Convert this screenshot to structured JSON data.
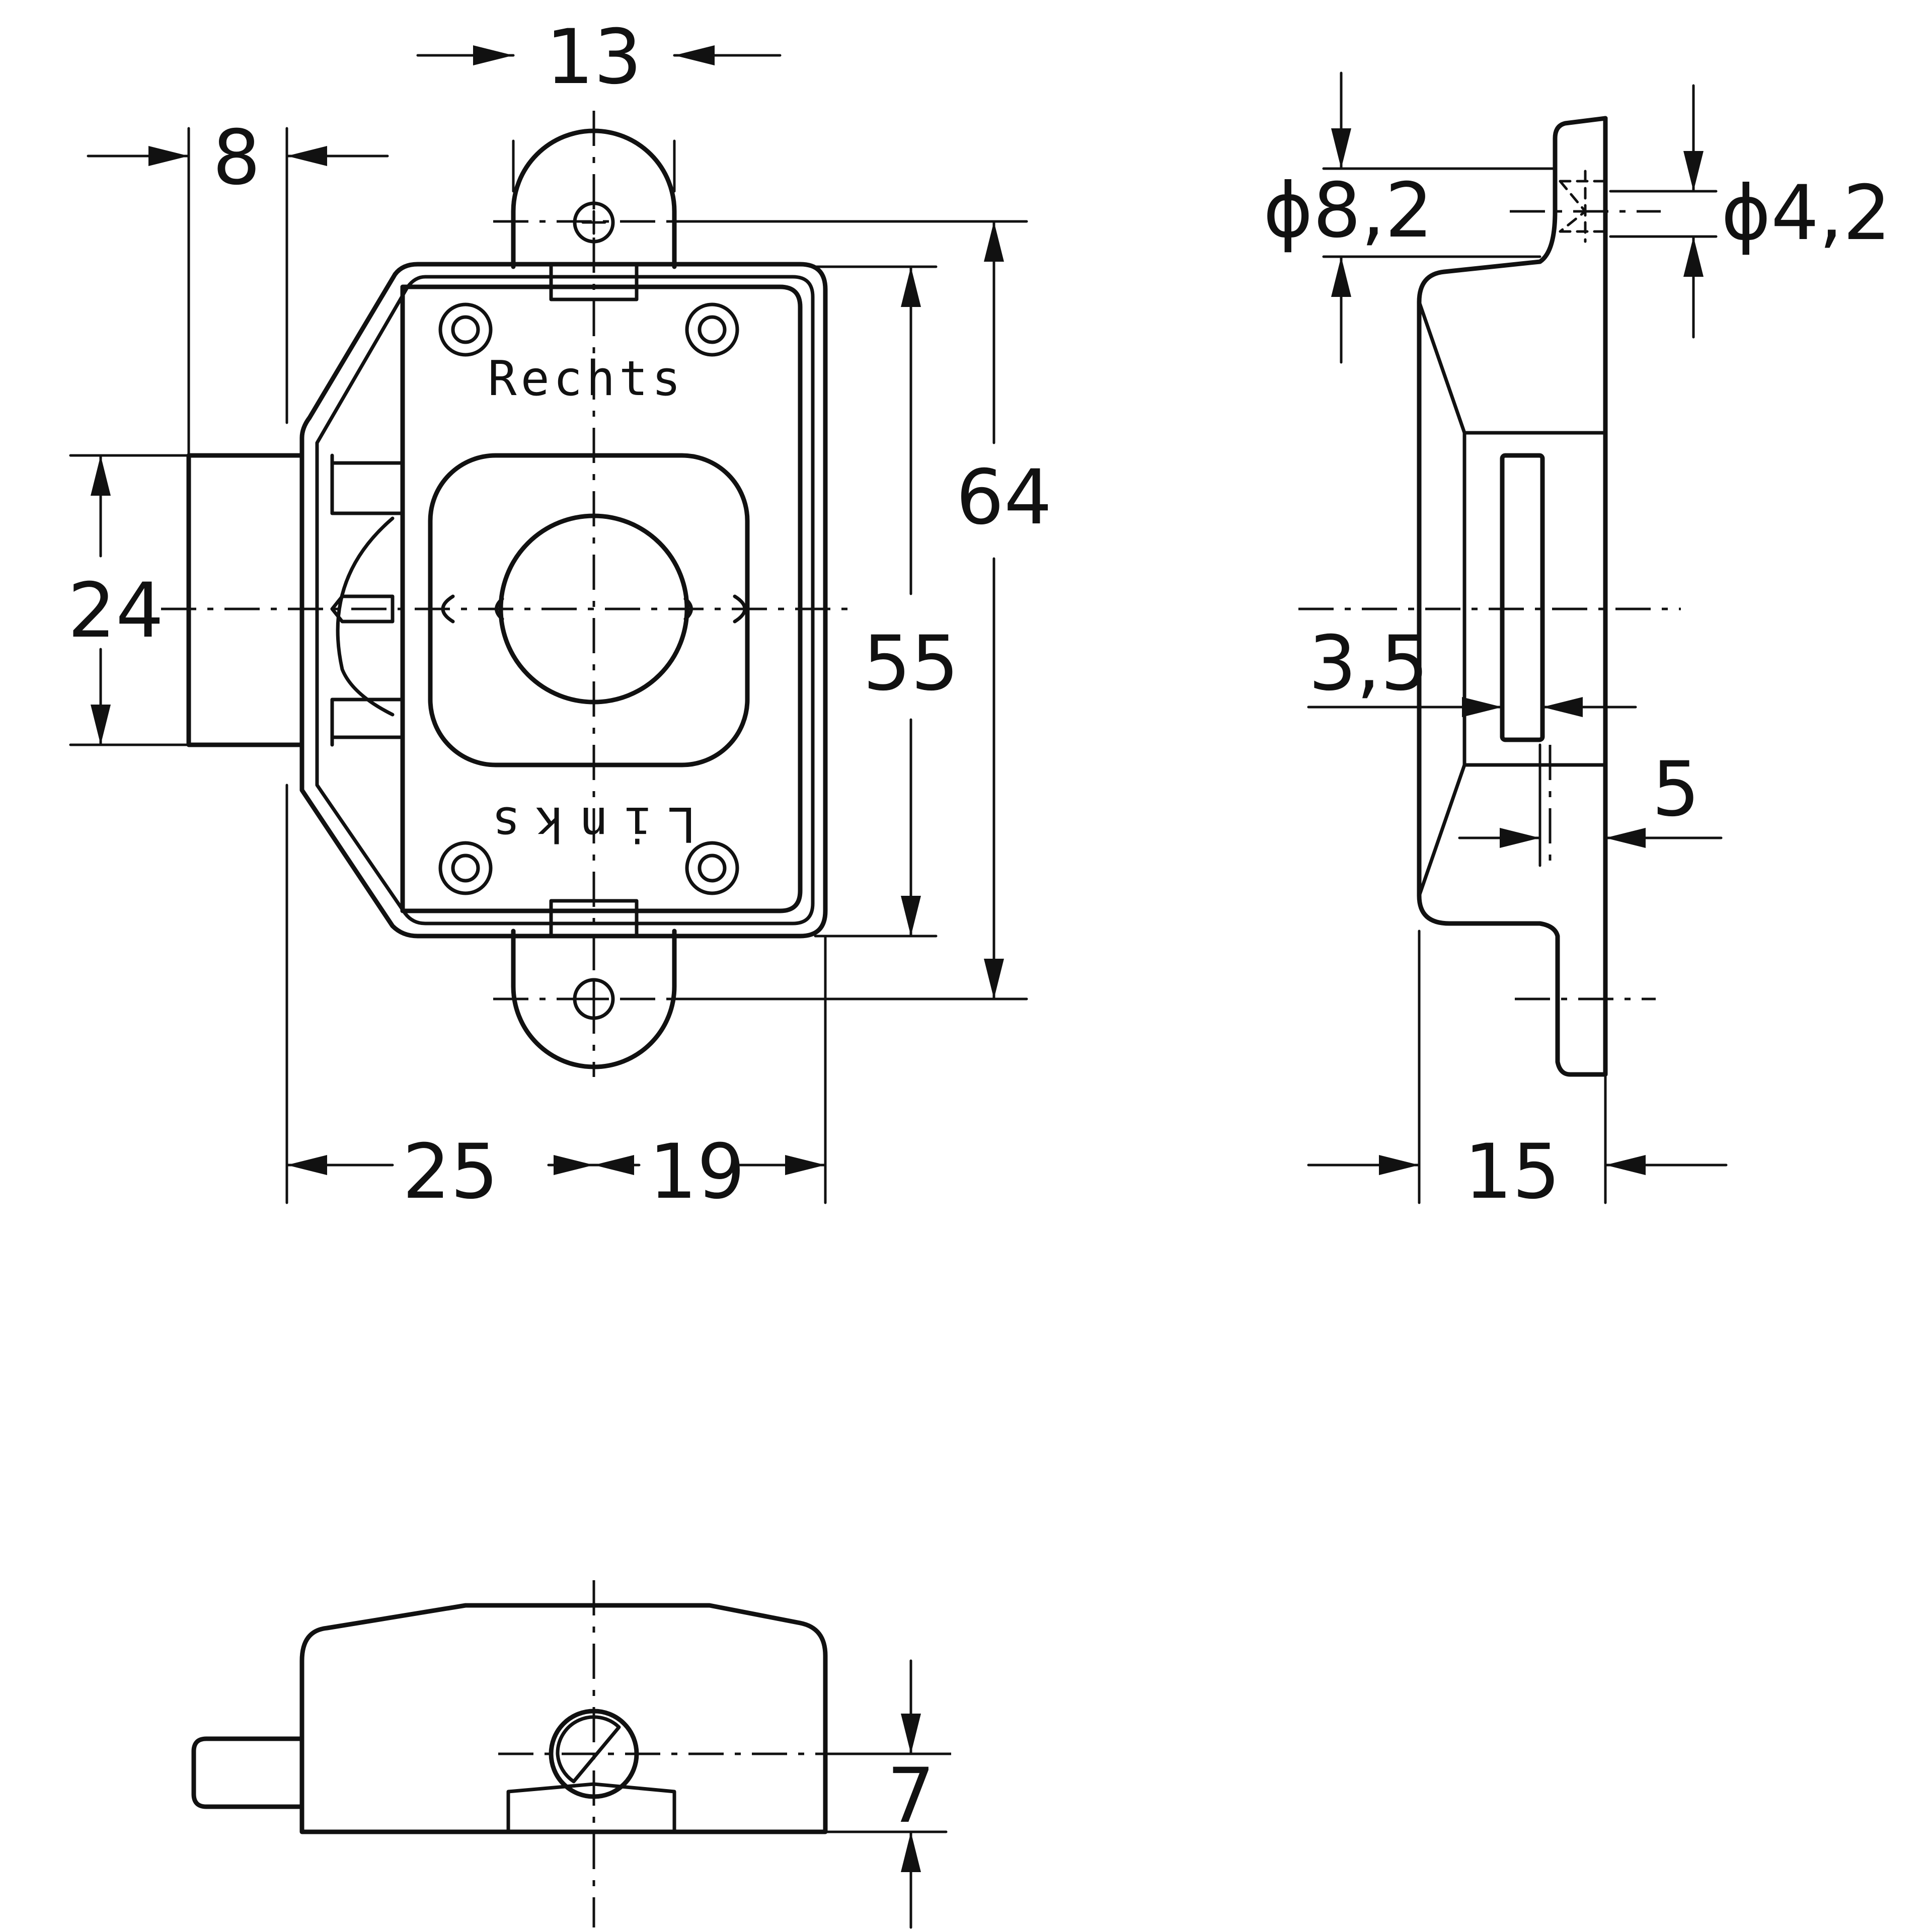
{
  "labels": {
    "rechts": "Rechts",
    "links": "Links"
  },
  "dimensions": {
    "d13": "13",
    "d8": "8",
    "d64": "64",
    "d55": "55",
    "d24": "24",
    "d25": "25",
    "d19": "19",
    "d82": "ϕ8,2",
    "d42": "ϕ4,2",
    "d35": "3,5",
    "d5": "5",
    "d15": "15",
    "d7": "7"
  }
}
